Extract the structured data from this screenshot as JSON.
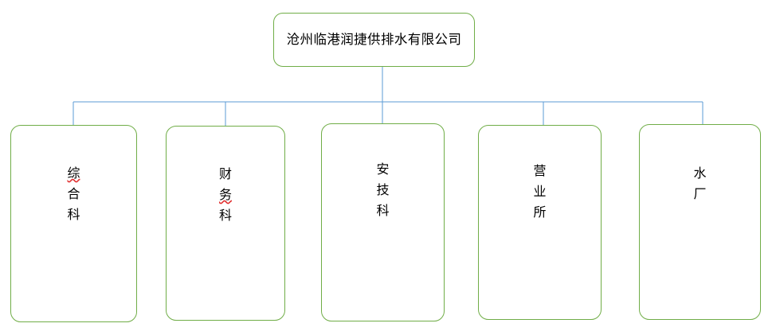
{
  "chart": {
    "type": "org-chart",
    "title": "沧州临港润捷供排水有限公司",
    "orientation": "top-down",
    "colors": {
      "node_border": "#70AD47",
      "node_fill": "#FFFFFF",
      "connector": "#5B9BD5",
      "text": "#000000",
      "spellcheck_underline": "#E03030"
    },
    "root": {
      "label": "沧州临港润捷供排水有限公司",
      "text_direction": "horizontal"
    },
    "departments": [
      {
        "label": "综合科",
        "chars": [
          "综",
          "合",
          "科"
        ],
        "misspelled_index": 0,
        "text_direction": "vertical"
      },
      {
        "label": "财务科",
        "chars": [
          "财",
          "务",
          "科"
        ],
        "misspelled_index": 1,
        "text_direction": "vertical"
      },
      {
        "label": "安技科",
        "chars": [
          "安",
          "技",
          "科"
        ],
        "misspelled_index": -1,
        "text_direction": "vertical"
      },
      {
        "label": "营业所",
        "chars": [
          "营",
          "业",
          "所"
        ],
        "misspelled_index": -1,
        "text_direction": "vertical"
      },
      {
        "label": "水厂",
        "chars": [
          "水",
          "厂"
        ],
        "misspelled_index": -1,
        "text_direction": "vertical"
      }
    ]
  }
}
